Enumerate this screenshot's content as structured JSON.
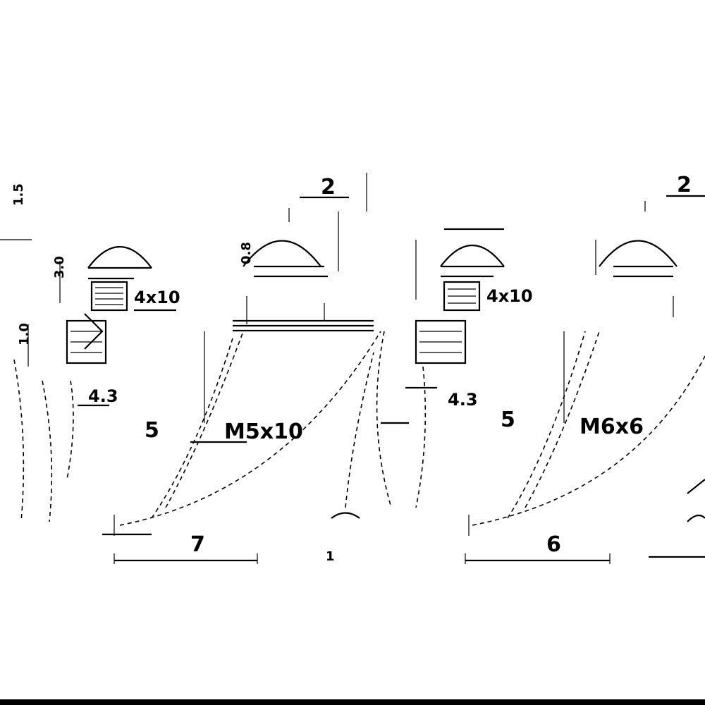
{
  "drawing": {
    "colors": {
      "line": "#000000",
      "background": "#ffffff"
    },
    "labels": {
      "dim_7": "7",
      "dim_6": "6",
      "dim_5_left": "5",
      "dim_5_right": "5",
      "dim_2_top_mid": "2",
      "dim_2_top_right": "2",
      "dim_1_bottom": "1",
      "thread_m5x10": "M5x10",
      "thread_m6x6": "M6x6",
      "thread_4x10": "4x10",
      "thread_4x10_b": "4x10",
      "dim_1_5": "1.5",
      "dim_4_3_left": "4.3",
      "dim_4_3_right": "4.3",
      "dim_1_0": "1.0",
      "dim_3_0": "3.0",
      "dim_0_8": "0.8"
    }
  }
}
